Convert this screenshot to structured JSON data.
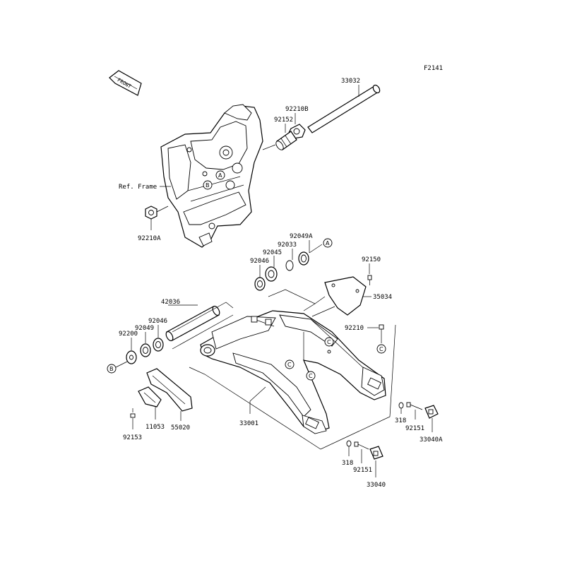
{
  "figure_code": "F2141",
  "front_arrow": {
    "text": "FRONT"
  },
  "labels": {
    "p33032": "33032",
    "p92210B": "92210B",
    "p92152": "92152",
    "ref_frame": "Ref. Frame",
    "p92210A": "92210A",
    "p92049A": "92049A",
    "p92033": "92033",
    "p92045": "92045",
    "p92046a": "92046",
    "p92150": "92150",
    "p35034": "35034",
    "p42036": "42036",
    "p92046b": "92046",
    "p92049": "92049",
    "p92200": "92200",
    "p92210": "92210",
    "p11053": "11053",
    "p55020": "55020",
    "p92153": "92153",
    "p33001": "33001",
    "p318a": "318",
    "p92151a": "92151",
    "p33040A": "33040A",
    "p318b": "318",
    "p92151b": "92151",
    "p33040": "33040"
  },
  "callouts": {
    "a1": "A",
    "b1": "B",
    "a2": "A",
    "b2": "B",
    "c1": "C",
    "c2": "C",
    "c3": "C",
    "c4": "C"
  },
  "colors": {
    "line": "#000000",
    "background": "#ffffff"
  }
}
